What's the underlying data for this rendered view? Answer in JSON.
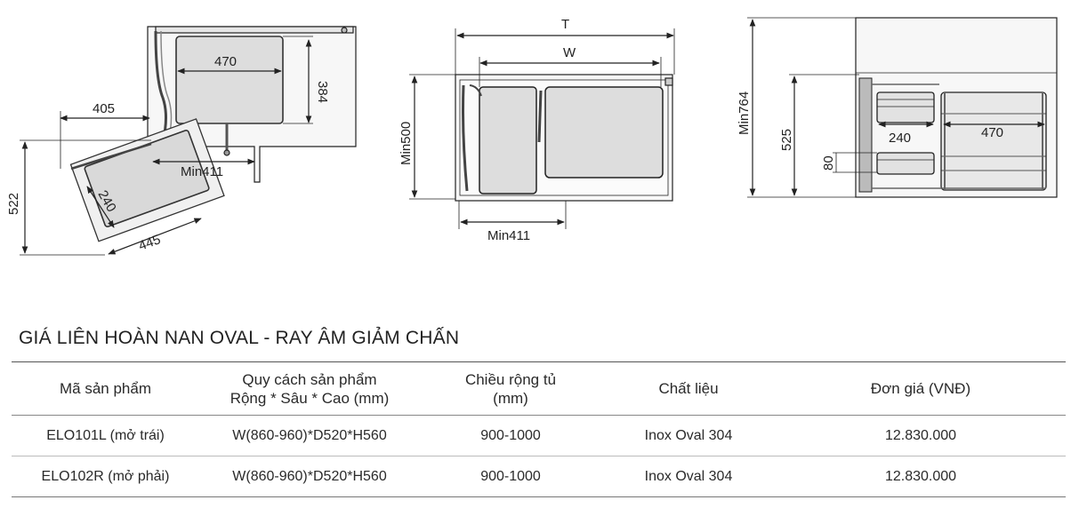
{
  "drawings": {
    "left": {
      "dims": [
        "470",
        "384",
        "405",
        "Min411",
        "522",
        "240",
        "445"
      ]
    },
    "middle": {
      "dims": [
        "T",
        "W",
        "Min500",
        "Min411"
      ]
    },
    "right": {
      "dims": [
        "Min764",
        "525",
        "240",
        "470",
        "80"
      ]
    }
  },
  "title": "GIÁ LIÊN HOÀN NAN OVAL - RAY ÂM GIẢM CHẤN",
  "table": {
    "headers": [
      {
        "line1": "Mã sản phẩm",
        "line2": ""
      },
      {
        "line1": "Quy cách sản phẩm",
        "line2": "Rộng * Sâu * Cao (mm)"
      },
      {
        "line1": "Chiều rộng tủ",
        "line2": "(mm)"
      },
      {
        "line1": "Chất liệu",
        "line2": ""
      },
      {
        "line1": "Đơn giá  (VNĐ)",
        "line2": ""
      }
    ],
    "rows": [
      {
        "code": "ELO101L (mở trái)",
        "spec": "W(860-960)*D520*H560",
        "width": "900-1000",
        "material": "Inox Oval 304",
        "price": "12.830.000"
      },
      {
        "code": "ELO102R (mở phải)",
        "spec": "W(860-960)*D520*H560",
        "width": "900-1000",
        "material": "Inox Oval 304",
        "price": "12.830.000"
      }
    ]
  }
}
